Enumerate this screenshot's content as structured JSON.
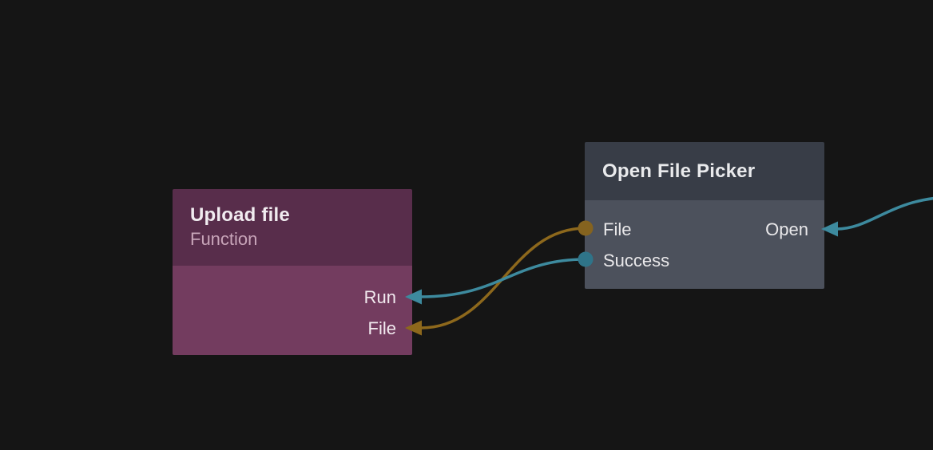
{
  "canvas": {
    "background_color": "#151515"
  },
  "theme": {
    "teal": "#3d8a9e",
    "gold": "#8d681c",
    "teal_dot": "#2f7489",
    "gold_dot": "#85631f",
    "upload_header": "#582d4b",
    "upload_body": "#733c5f",
    "picker_header": "#383d47",
    "picker_body": "#4c515c",
    "canvas_bg": "#151515"
  },
  "nodes": [
    {
      "title": "Upload file",
      "subtitle": "Function",
      "header_color": "#582d4b",
      "body_color": "#733c5f",
      "right_ports": [
        {
          "label": "Run",
          "arrow_color": "teal"
        },
        {
          "label": "File",
          "arrow_color": "gold"
        }
      ]
    },
    {
      "title": "Open File Picker",
      "header_color": "#383d47",
      "body_color": "#4c515c",
      "left_ports": [
        {
          "label": "File",
          "dot_color": "gold"
        },
        {
          "label": "Success",
          "dot_color": "teal"
        }
      ],
      "right_ports": [
        {
          "label": "Open",
          "arrow_color": "teal"
        }
      ]
    }
  ],
  "edges": [
    {
      "from": "Open File Picker.File",
      "to": "Upload file.File",
      "color": "gold"
    },
    {
      "from": "Open File Picker.Success",
      "to": "Upload file.Run",
      "color": "teal"
    },
    {
      "from": "offscreen-right",
      "to": "Open File Picker.Open",
      "color": "teal"
    }
  ]
}
